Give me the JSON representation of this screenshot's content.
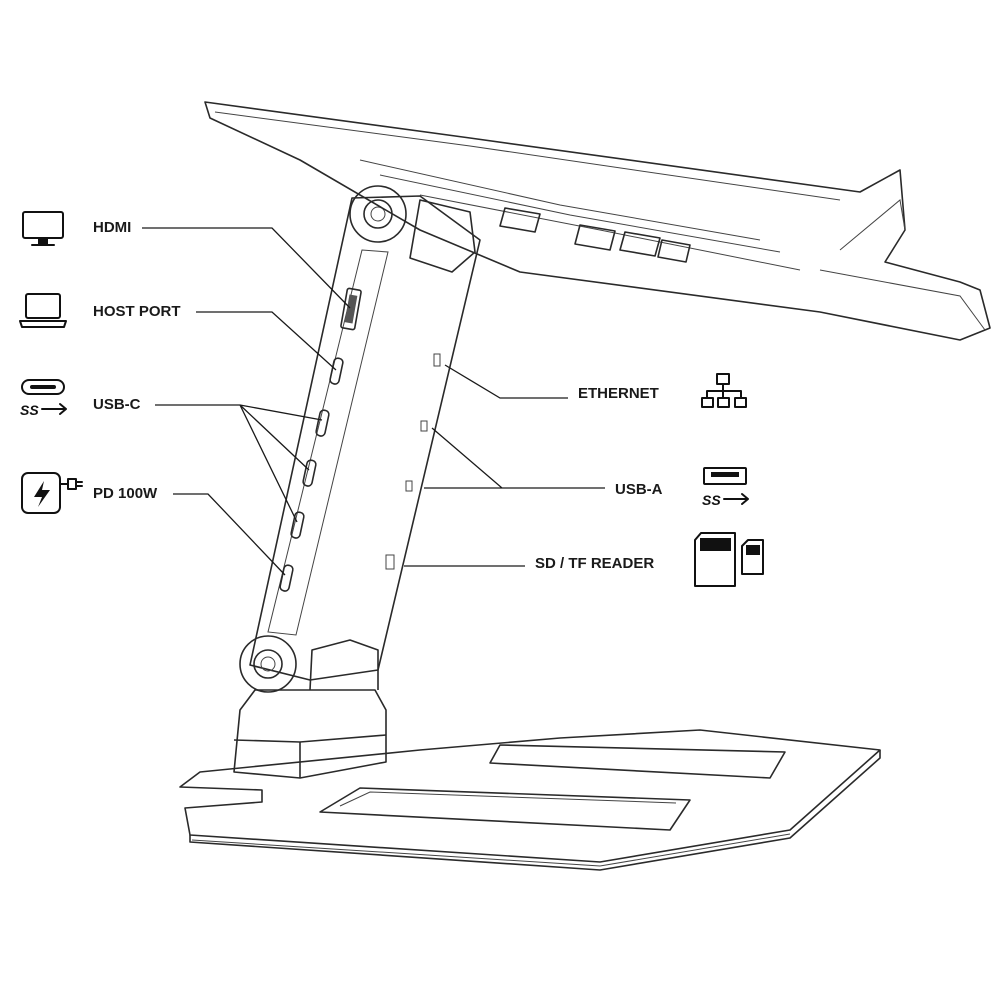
{
  "callouts": {
    "hdmi": "HDMI",
    "host_port": "HOST PORT",
    "usb_c": "USB-C",
    "pd": "PD 100W",
    "ethernet": "ETHERNET",
    "usb_a": "USB-A",
    "sd_tf": "SD / TF READER"
  },
  "icons": {
    "hdmi": "monitor-icon",
    "host_port": "laptop-icon",
    "usb_c": "usb-c-superspeed-icon",
    "pd": "power-adapter-icon",
    "ethernet": "network-icon",
    "usb_a": "usb-a-superspeed-icon",
    "sd_tf": "sd-card-icon"
  },
  "logos": {
    "superspeed": "SS"
  },
  "colors": {
    "line": "#2a2a2a",
    "text": "#1a1a1a",
    "panel_shade": "#eeeeee"
  }
}
